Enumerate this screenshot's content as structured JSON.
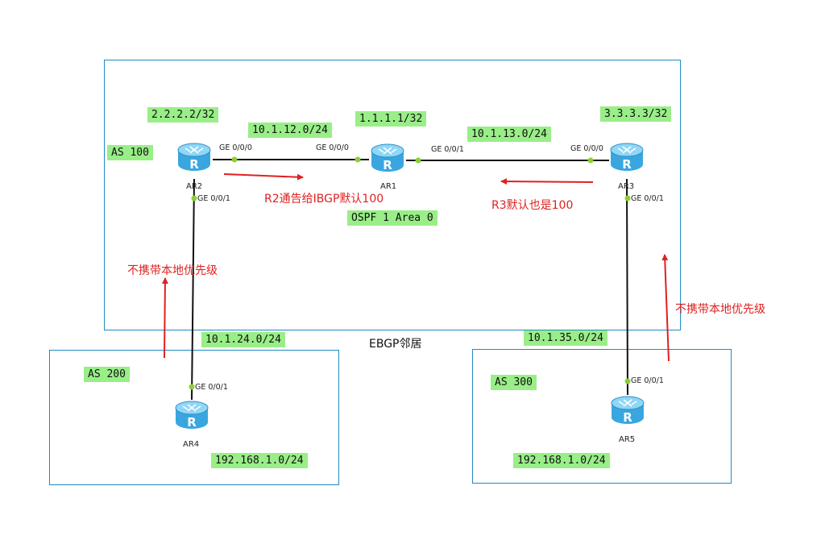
{
  "areas": {
    "as100": "AS 100",
    "as200": "AS 200",
    "as300": "AS 300"
  },
  "loopbacks": {
    "ar2": "2.2.2.2/32",
    "ar1": "1.1.1.1/32",
    "ar3": "3.3.3.3/32"
  },
  "networks": {
    "n12": "10.1.12.0/24",
    "n13": "10.1.13.0/24",
    "n24": "10.1.24.0/24",
    "n35": "10.1.35.0/24",
    "ar4_lan": "192.168.1.0/24",
    "ar5_lan": "192.168.1.0/24"
  },
  "routers": {
    "ar1": "AR1",
    "ar2": "AR2",
    "ar3": "AR3",
    "ar4": "AR4",
    "ar5": "AR5",
    "icon_letter": "R",
    "icon": "router-icon"
  },
  "ports": {
    "ar2_ge000": "GE 0/0/0",
    "ar1_ge000": "GE 0/0/0",
    "ar1_ge001": "GE 0/0/1",
    "ar3_ge000": "GE 0/0/0",
    "ar2_ge001": "GE 0/0/1",
    "ar3_ge001": "GE 0/0/1",
    "ar4_ge001": "GE 0/0/1",
    "ar5_ge001": "GE 0/0/1"
  },
  "ospf": "OSPF 1 Area 0",
  "ebgp": "EBGP邻居",
  "notes": {
    "r2_default": "R2通告给IBGP默认100",
    "r3_default": "R3默认也是100",
    "left_no_lp": "不携带本地优先级",
    "right_no_lp": "不携带本地优先级"
  },
  "colors": {
    "box_border": "#1e8bc3",
    "tag_bg": "#99ee88",
    "note_red": "#e02020",
    "port_dot": "#8bd030",
    "router_blue": "#3aa6e0"
  }
}
